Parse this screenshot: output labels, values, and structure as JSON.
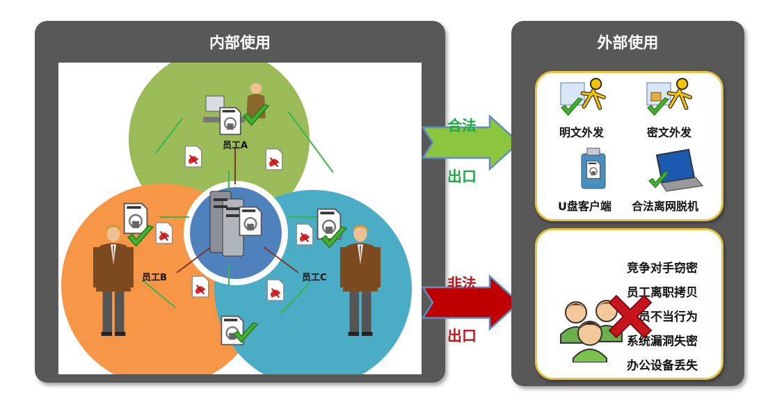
{
  "internal": {
    "title": "内部使用",
    "employees": [
      "员工A",
      "员工B",
      "员工C"
    ]
  },
  "external": {
    "title": "外部使用",
    "legal_items": [
      "明文外发",
      "密文外发",
      "U盘客户端",
      "合法离网脱机"
    ],
    "illegal_items": [
      "竞争对手窃密",
      "员工离职拷贝",
      "人员不当行为",
      "系统漏洞失密",
      "办公设备丢失"
    ]
  },
  "arrows": {
    "legal": {
      "top": "合法",
      "bottom": "出口",
      "color": "#8cc63f"
    },
    "illegal": {
      "top": "非法",
      "bottom": "出口",
      "color": "#c00000"
    }
  },
  "colors": {
    "panel": "#585858",
    "circle_top": "#9bbb59",
    "circle_left": "#f79646",
    "circle_right": "#4bacc6",
    "circle_center": "#4f81bd",
    "legal_text": "#21a84a",
    "illegal_text": "#c0141c",
    "box_border": "#e8c340"
  },
  "icons": [
    "user-at-computer-icon",
    "businessman-icon",
    "server-icon",
    "encrypted-document-icon",
    "pdf-document-icon",
    "check-icon",
    "usb-drive-icon",
    "laptop-icon",
    "people-group-icon",
    "red-x-icon"
  ]
}
